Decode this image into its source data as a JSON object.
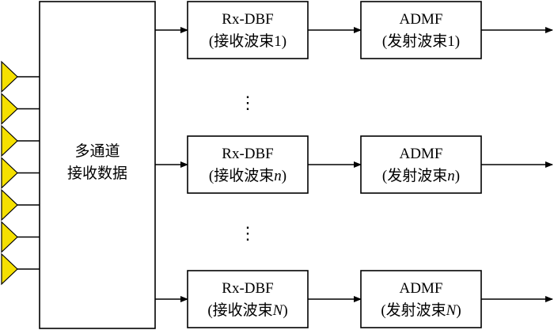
{
  "input_block": {
    "line1": "多通道",
    "line2": "接收数据"
  },
  "channels": [
    {
      "rx_title": "Rx-DBF",
      "rx_sub_prefix": "(接收波束",
      "rx_index": "1",
      "rx_sub_suffix": ")",
      "tx_title": "ADMF",
      "tx_sub_prefix": "(发射波束",
      "tx_index": "1",
      "tx_sub_suffix": ")",
      "index_italic": false
    },
    {
      "rx_title": "Rx-DBF",
      "rx_sub_prefix": "(接收波束",
      "rx_index": "n",
      "rx_sub_suffix": ")",
      "tx_title": "ADMF",
      "tx_sub_prefix": "(发射波束",
      "tx_index": "n",
      "tx_sub_suffix": ")",
      "index_italic": true
    },
    {
      "rx_title": "Rx-DBF",
      "rx_sub_prefix": "(接收波束",
      "rx_index": "N",
      "rx_sub_suffix": ")",
      "tx_title": "ADMF",
      "tx_sub_prefix": "(发射波束",
      "tx_index": "N",
      "tx_sub_suffix": ")",
      "index_italic": true
    }
  ],
  "ellipsis": "⋮",
  "antenna_count": 7,
  "colors": {
    "antenna_fill": "#f5e000",
    "line": "#000000"
  }
}
